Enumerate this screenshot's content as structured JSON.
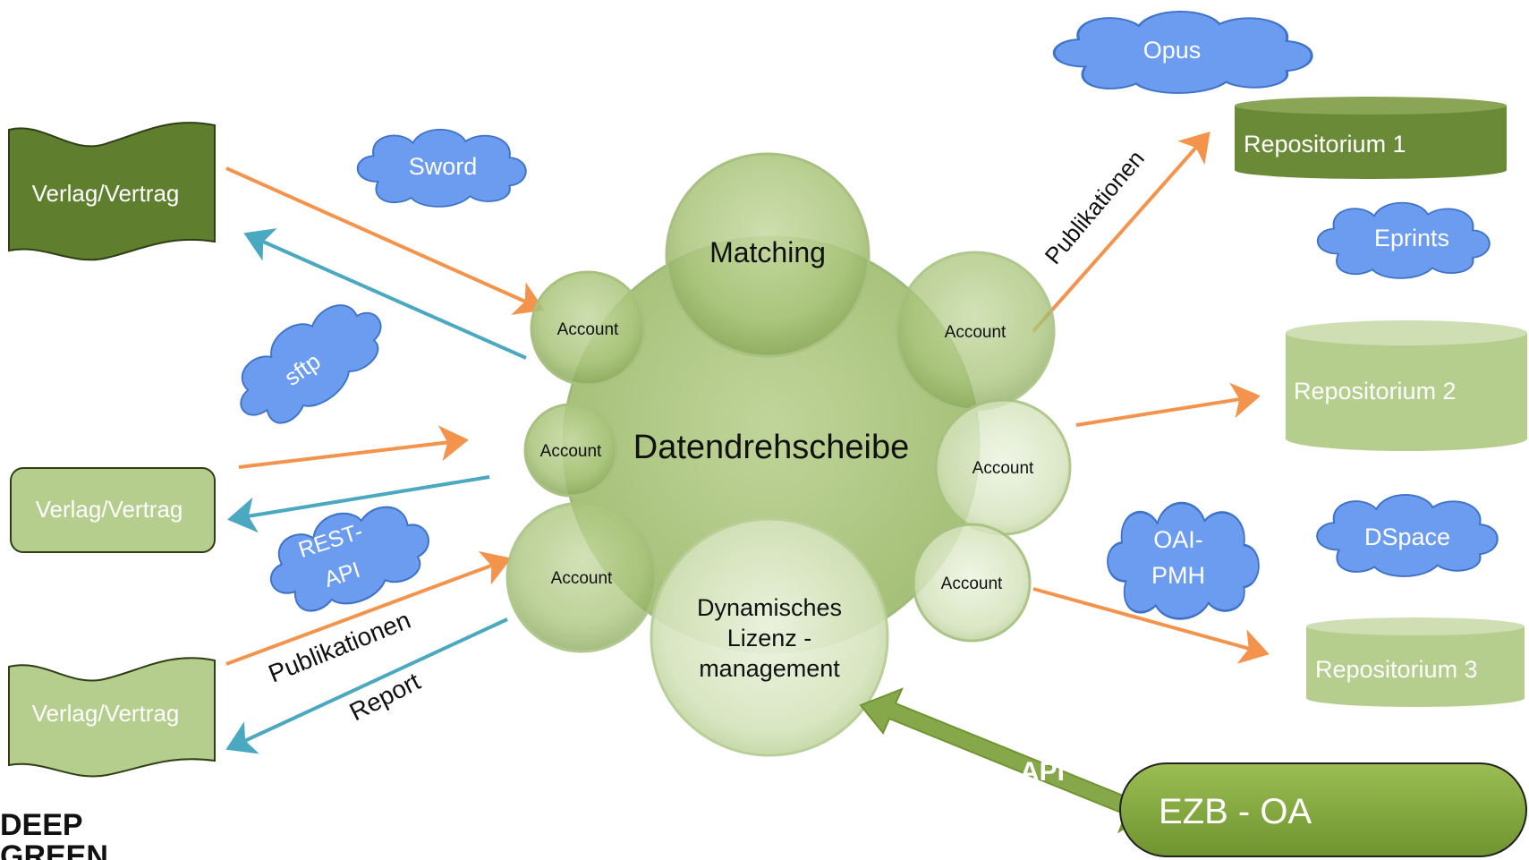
{
  "hub": {
    "center_label": "Datendrehscheibe",
    "matching_label": "Matching",
    "license_label": [
      "Dynamisches",
      "Lizenz -",
      "management"
    ],
    "account_label": "Account"
  },
  "publishers": [
    {
      "label": "Verlag/Vertrag"
    },
    {
      "label": "Verlag/Vertrag"
    },
    {
      "label": "Verlag/Vertrag"
    }
  ],
  "repositories": [
    {
      "label": "Repositorium 1",
      "color": "#6b8a38"
    },
    {
      "label": "Repositorium 2",
      "color": "#b5cd8d"
    },
    {
      "label": "Repositorium 3",
      "color": "#b5cd8d"
    }
  ],
  "protocols": {
    "sword": "Sword",
    "sftp": "sftp",
    "rest_api": [
      "REST-",
      "API"
    ],
    "opus": "Opus",
    "eprints": "Eprints",
    "oai_pmh": [
      "OAI-",
      "PMH"
    ],
    "dspace": "DSpace"
  },
  "flow_labels": {
    "publications_left": "Publikationen",
    "report": "Report",
    "publications_right": "Publikationen",
    "api": "API"
  },
  "ezb": {
    "label": "EZB - OA"
  },
  "logo": {
    "line1": "DEEP",
    "line2": "GREEN"
  },
  "colors": {
    "orange_arrow": "#f4944c",
    "blue_arrow": "#4aa8c0",
    "cloud_fill": "#6c9cf0",
    "cloud_stroke": "#3f73c8",
    "green_dark": "#5f7f2e",
    "green_light": "#b5cd8d",
    "api_arrow": "#86a84a"
  }
}
